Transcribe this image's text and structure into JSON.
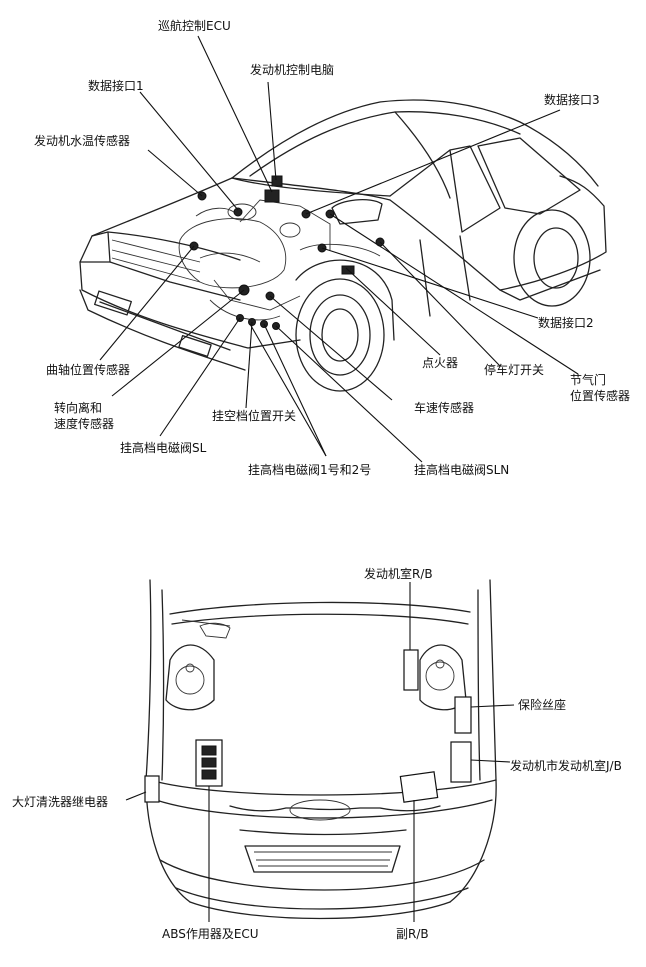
{
  "top_diagram": {
    "labels": {
      "cruise_ecu": "巡航控制ECU",
      "engine_ecu": "发动机控制电脑",
      "data_port_1": "数据接口1",
      "data_port_3": "数据接口3",
      "coolant_sensor": "发动机水温传感器",
      "data_port_2": "数据接口2",
      "crank_sensor": "曲轴位置传感器",
      "ignition": "点火器",
      "stop_lamp": "停车灯开关",
      "throttle_line1": "节气门",
      "throttle_line2": "位置传感器",
      "steering_line1": "转向离和",
      "steering_line2": "速度传感器",
      "vehicle_speed": "车速传感器",
      "neutral_switch": "挂空档位置开关",
      "solenoid_sl": "挂高档电磁阀SL",
      "solenoid_12": "挂高档电磁阀1号和2号",
      "solenoid_sln": "挂高档电磁阀SLN"
    }
  },
  "bottom_diagram": {
    "labels": {
      "engine_rb": "发动机室R/B",
      "fuse_block": "保险丝座",
      "engine_jb": "发动机市发动机室J/B",
      "headlamp_relay": "大灯清洗器继电器",
      "abs_ecu": "ABS作用器及ECU",
      "sub_rb": "副R/B"
    }
  }
}
